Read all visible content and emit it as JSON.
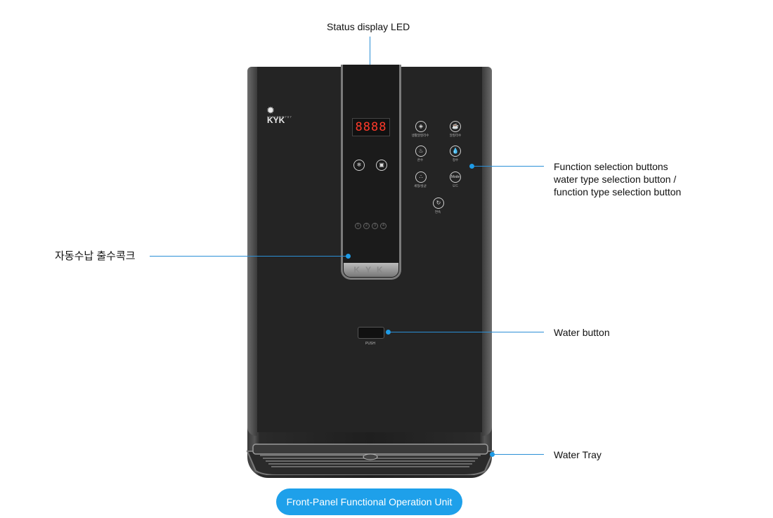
{
  "labels": {
    "status_led": "Status display LED",
    "function_buttons": [
      "Function selection buttons",
      "water type selection button /",
      "function type selection button"
    ],
    "faucet": "자동수납 출수콕크",
    "water_button": "Water button",
    "water_tray": "Water Tray"
  },
  "footer": {
    "title": "Front-Panel Functional Operation Unit"
  },
  "device": {
    "brand": "KYK",
    "model": "IONIZER707",
    "led_value": "8888",
    "handle_text": "KYK",
    "push_label": "PUSH",
    "numbers": [
      "1",
      "2",
      "3",
      "4"
    ],
    "buttons": [
      {
        "icon": "droplets-icon",
        "label": "생활알칼리수"
      },
      {
        "icon": "cup-icon",
        "label": "알칼리수"
      },
      {
        "icon": "hot-cup-icon",
        "label": "온수"
      },
      {
        "icon": "drop-icon",
        "label": "정수"
      },
      {
        "icon": "wash-icon",
        "label": "세정/살균"
      },
      {
        "icon": "mode-icon",
        "label": "모드"
      },
      {
        "icon": "refresh-icon",
        "label": "연속"
      }
    ]
  },
  "colors": {
    "accent": "#1ea0ea",
    "led": "#ff3a2a",
    "device": "#242424"
  }
}
